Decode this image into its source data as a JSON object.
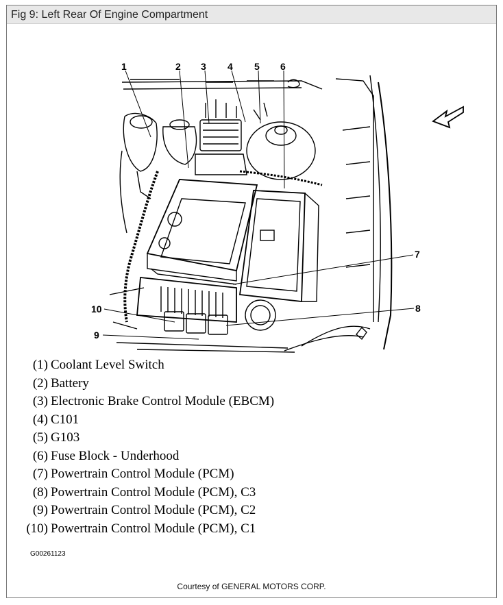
{
  "title": "Fig 9: Left Rear Of Engine Compartment",
  "callouts": [
    "1",
    "2",
    "3",
    "4",
    "5",
    "6",
    "7",
    "8",
    "9",
    "10"
  ],
  "legend": [
    {
      "num": "(1)",
      "label": "Coolant Level Switch"
    },
    {
      "num": "(2)",
      "label": "Battery"
    },
    {
      "num": "(3)",
      "label": "Electronic Brake Control Module (EBCM)"
    },
    {
      "num": "(4)",
      "label": "C101"
    },
    {
      "num": "(5)",
      "label": "G103"
    },
    {
      "num": "(6)",
      "label": "Fuse Block - Underhood"
    },
    {
      "num": "(7)",
      "label": "Powertrain Control Module (PCM)"
    },
    {
      "num": "(8)",
      "label": "Powertrain Control Module (PCM), C3"
    },
    {
      "num": "(9)",
      "label": "Powertrain Control Module (PCM), C2"
    },
    {
      "num": "(10)",
      "label": "Powertrain Control Module (PCM), C1"
    }
  ],
  "figure_id": "G00261123",
  "credit": "Courtesy of GENERAL MOTORS CORP."
}
